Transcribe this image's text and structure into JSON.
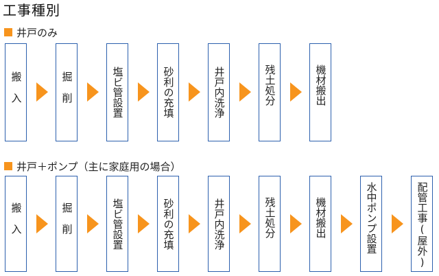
{
  "title": "工事種別",
  "sections": [
    {
      "heading": "井戸のみ",
      "steps": [
        "搬入",
        "掘削",
        "塩ビ管設置",
        "砂利の充填",
        "井戸内洗浄",
        "残土処分",
        "機材搬出"
      ]
    },
    {
      "heading": "井戸＋ポンプ（主に家庭用の場合）",
      "steps": [
        "搬入",
        "掘削",
        "塩ビ管設置",
        "砂利の充填",
        "井戸内洗浄",
        "残土処分",
        "機材搬出",
        "水中ポンプ設置",
        "配管工事(屋外)"
      ]
    }
  ],
  "colors": {
    "accent": "#f7941d",
    "box_border": "#2b5fad"
  },
  "icons": {
    "section_marker": "square-icon",
    "connector": "arrow-right-icon"
  }
}
